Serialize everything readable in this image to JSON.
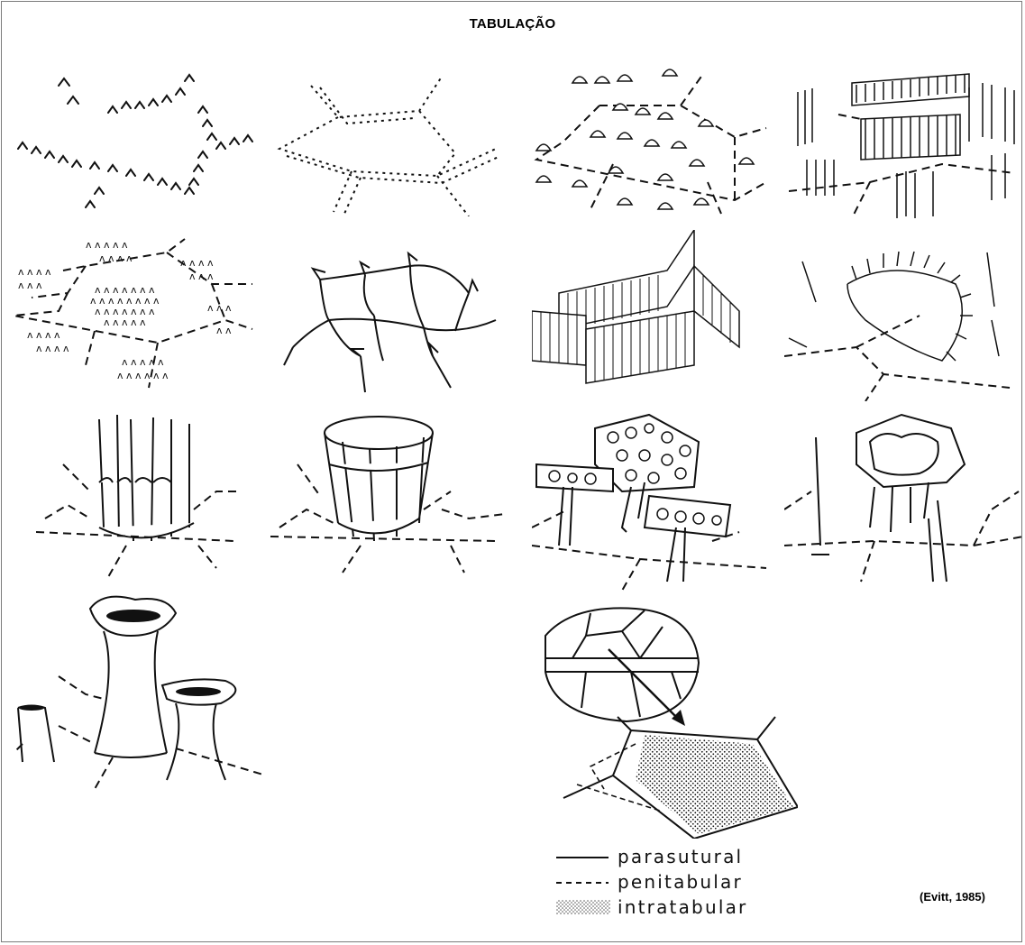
{
  "title": "TABULAÇÃO",
  "legend": [
    {
      "key": "parasutural",
      "label": "parasutural",
      "line_style": "solid"
    },
    {
      "key": "penitabular",
      "label": "penitabular",
      "line_style": "dashed"
    },
    {
      "key": "intratabular",
      "label": "intratabular",
      "line_style": "stippled"
    }
  ],
  "citation": "(Evitt, 1985)",
  "colors": {
    "ink": "#111111",
    "background": "#ffffff",
    "frame": "#7a7a7a"
  }
}
